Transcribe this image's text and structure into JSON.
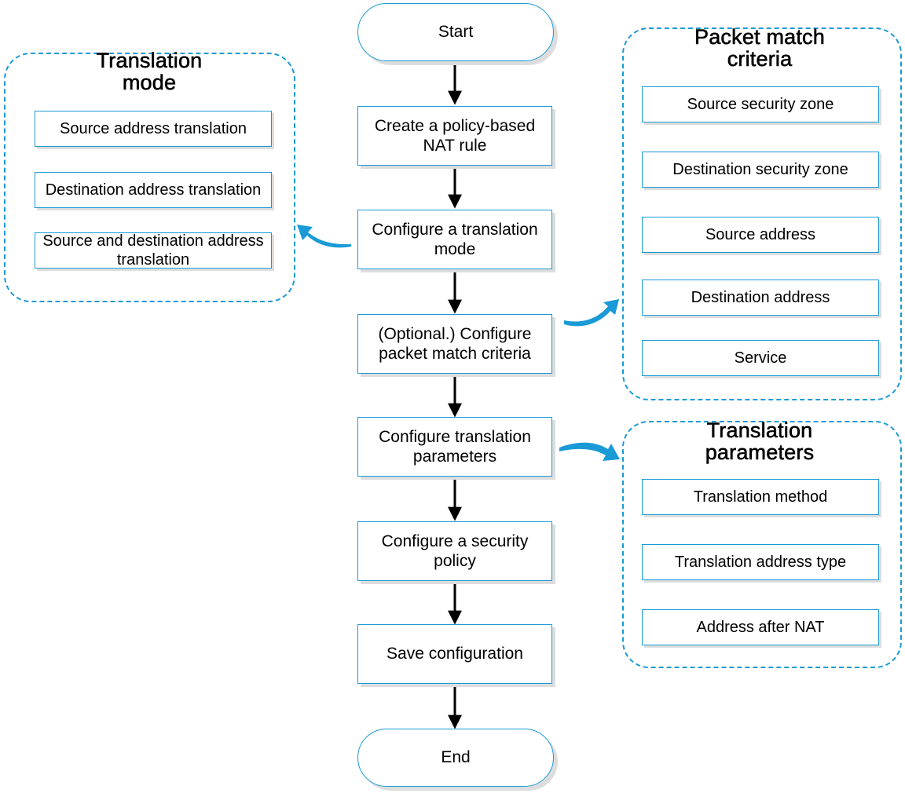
{
  "flow": {
    "start": "Start",
    "steps": [
      "Create a policy-based NAT rule",
      "Configure a translation mode",
      "(Optional.) Configure packet match criteria",
      "Configure translation parameters",
      "Configure a security policy",
      "Save configuration"
    ],
    "end": "End"
  },
  "translation_mode": {
    "title": "Translation mode",
    "items": [
      "Source address translation",
      "Destination address translation",
      "Source and destination address translation"
    ]
  },
  "packet_match_criteria": {
    "title": "Packet match criteria",
    "items": [
      "Source security zone",
      "Destination security zone",
      "Source address",
      "Destination address",
      "Service"
    ]
  },
  "translation_parameters": {
    "title": "Translation parameters",
    "items": [
      "Translation method",
      "Translation address type",
      "Address after NAT"
    ]
  },
  "colors": {
    "accent": "#1a9ad6",
    "arrow": "#000000",
    "shadow": "#dddddd"
  }
}
